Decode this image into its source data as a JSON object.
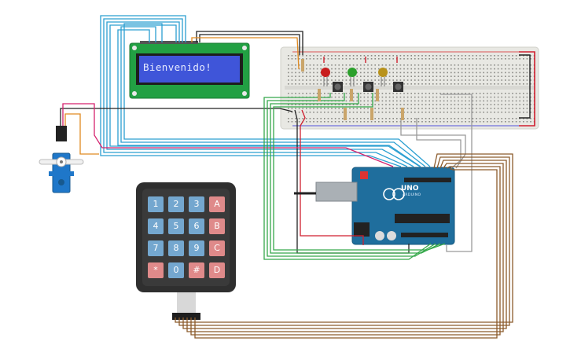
{
  "lcd": {
    "message": "Bienvenido!"
  },
  "keypad": {
    "keys": [
      [
        "1",
        "2",
        "3",
        "A"
      ],
      [
        "4",
        "5",
        "6",
        "B"
      ],
      [
        "7",
        "8",
        "9",
        "C"
      ],
      [
        "*",
        "0",
        "#",
        "D"
      ]
    ]
  },
  "arduino": {
    "model": "UNO",
    "brand": "ARDUINO"
  },
  "colors": {
    "lcd_screen": "#3f55d9",
    "lcd_pcb": "#22a043",
    "arduino_board": "#1f6e9d",
    "keypad_body": "#2f2f2f",
    "key_blue": "#74a7cf",
    "key_red": "#df8a8a",
    "breadboard": "#e8e8e3",
    "wire_blue": "#2b9fd1",
    "wire_green": "#35a84a",
    "wire_brown": "#8b5a2b",
    "wire_red": "#d01f2f",
    "wire_black": "#222222",
    "wire_gray": "#9a9a9a",
    "wire_magenta": "#d6226e",
    "wire_orange": "#e08a21"
  },
  "leds": [
    "red",
    "green",
    "amber"
  ]
}
